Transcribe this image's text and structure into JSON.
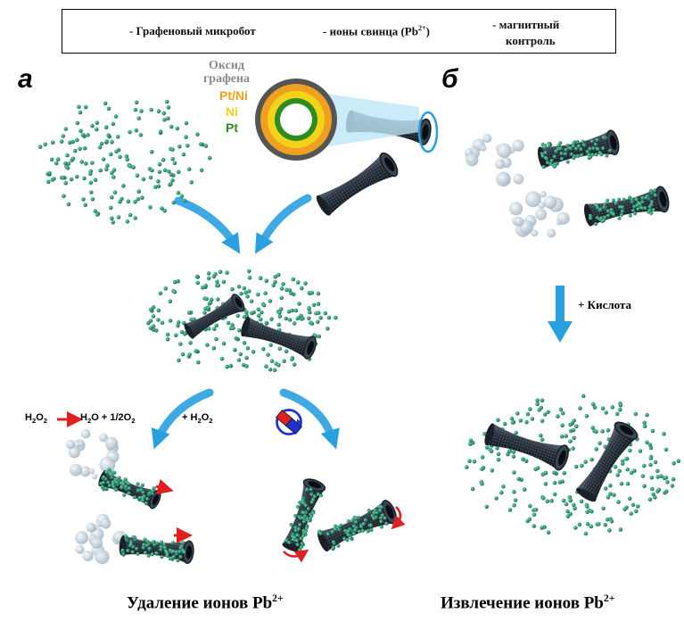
{
  "legend": {
    "microbot_label": "- Графеновый микробот",
    "ions_label_prefix": "- ионы свинца (Pb",
    "ions_label_sup": "2+",
    "ions_label_suffix": ")",
    "magnet_label_line1": "- магнитный",
    "magnet_label_line2": "контроль"
  },
  "panels": {
    "a_letter": "а",
    "b_letter": "б"
  },
  "layers": {
    "graphene_oxide_line1": "Оксид",
    "graphene_oxide_line2": "графена",
    "pt_ni": "Pt/Ni",
    "ni": "Ni",
    "pt": "Pt"
  },
  "reactions": {
    "h2o2_left": "H",
    "h2o2_left_sub1": "2",
    "h2o2_left_mid": "O",
    "h2o2_left_sub2": "2",
    "products_a": "H",
    "products_sub_a": "2",
    "products_b": "O + 1/2O",
    "products_sub_b": "2",
    "plus_h2o2": "+ H",
    "plus_h2o2_sub1": "2",
    "plus_h2o2_mid": "O",
    "plus_h2o2_sub2": "2",
    "acid": "+ Кислота"
  },
  "captions": {
    "removal": "Удаление ионов  Pb",
    "removal_sup": "2+",
    "recovery": "Извлечение ионов  Pb",
    "recovery_sup": "2+"
  },
  "colors": {
    "ion_green": "#1e8f6a",
    "tube_dark": "#2a3440",
    "arrow_blue": "#2aa0e0",
    "layer_grey": "#555555",
    "layer_orange": "#f0a020",
    "layer_yellow": "#f5d21a",
    "layer_green": "#2c8c1c",
    "magnet_red": "#e02020",
    "magnet_blue": "#2030d0",
    "bubble_grey": "#b8c8d4"
  }
}
